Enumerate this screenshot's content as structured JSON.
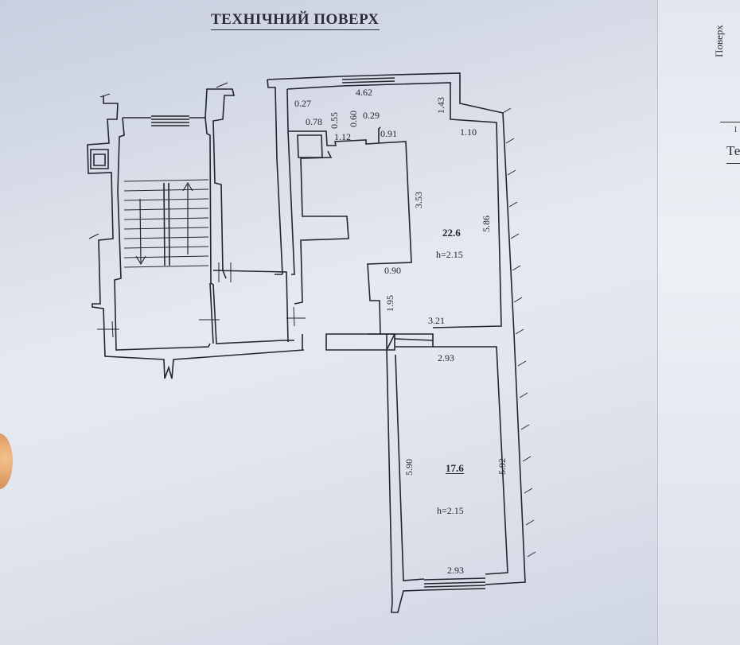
{
  "document": {
    "title": "ТЕХНІЧНИЙ ПОВЕРХ",
    "side_sheet": {
      "vertical_text": "Поверх",
      "text": "Те",
      "number": "1"
    }
  },
  "plan": {
    "room_1": {
      "area": "22.6",
      "height": "h=2.15"
    },
    "room_2": {
      "area": "17.6",
      "height": "h=2.15"
    },
    "dimensions": {
      "d462": "4.62",
      "d027": "0.27",
      "d143": "1.43",
      "d078": "0.78",
      "d055": "0.55",
      "d060": "0.60",
      "d029": "0.29",
      "d112": "1.12",
      "d091": "0.91",
      "d110": "1.10",
      "d353": "3.53",
      "d586": "5.86",
      "d090": "0.90",
      "d195": "1.95",
      "d321": "3.21",
      "d293a": "2.93",
      "d590": "5.90",
      "d592": "5.92",
      "d293b": "2.93"
    }
  },
  "colors": {
    "ink": "#23262e",
    "paper": "#e3e6ee"
  }
}
